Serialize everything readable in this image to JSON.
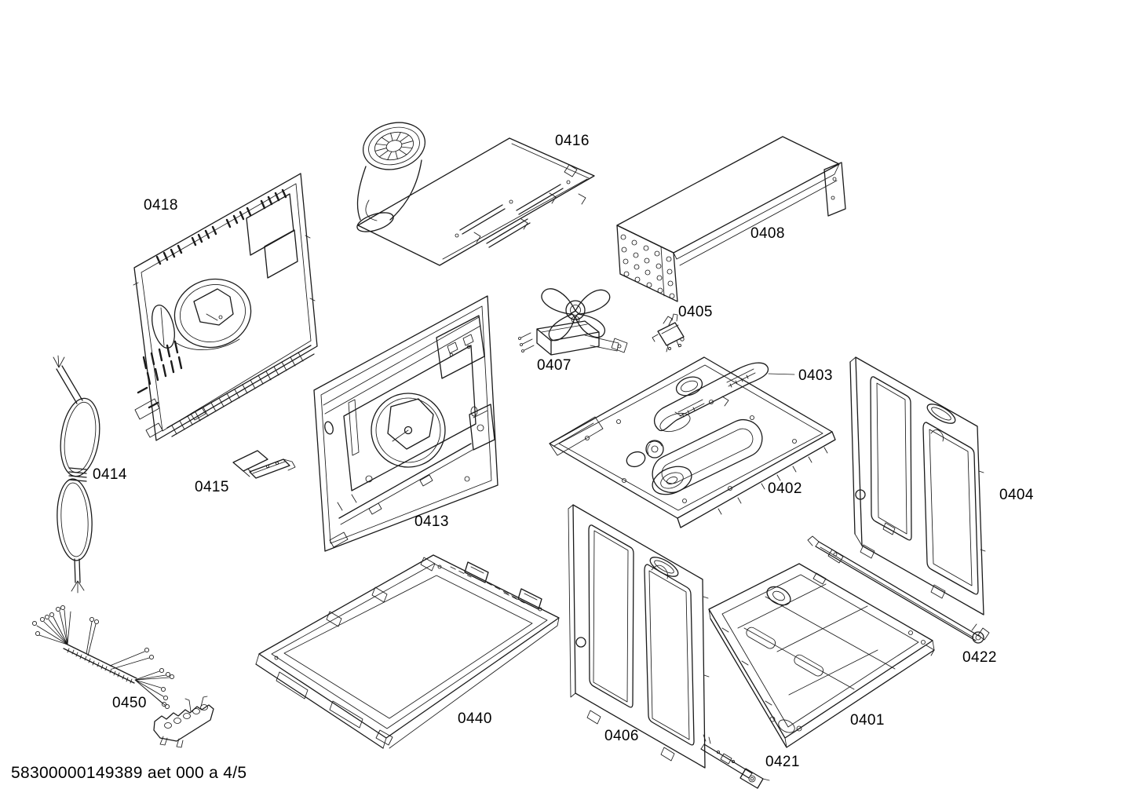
{
  "diagram": {
    "type": "exploded-parts-diagram",
    "footer_text": "58300000149389 aet 000 a 4/5",
    "colors": {
      "background": "#ffffff",
      "line": "#1a1a1a",
      "text": "#000000"
    },
    "parts": [
      {
        "label": "0401"
      },
      {
        "label": "0402"
      },
      {
        "label": "0403"
      },
      {
        "label": "0404"
      },
      {
        "label": "0405"
      },
      {
        "label": "0406"
      },
      {
        "label": "0407"
      },
      {
        "label": "0408"
      },
      {
        "label": "0413"
      },
      {
        "label": "0414"
      },
      {
        "label": "0415"
      },
      {
        "label": "0416"
      },
      {
        "label": "0418"
      },
      {
        "label": "0421"
      },
      {
        "label": "0422"
      },
      {
        "label": "0440"
      },
      {
        "label": "0450"
      }
    ]
  }
}
